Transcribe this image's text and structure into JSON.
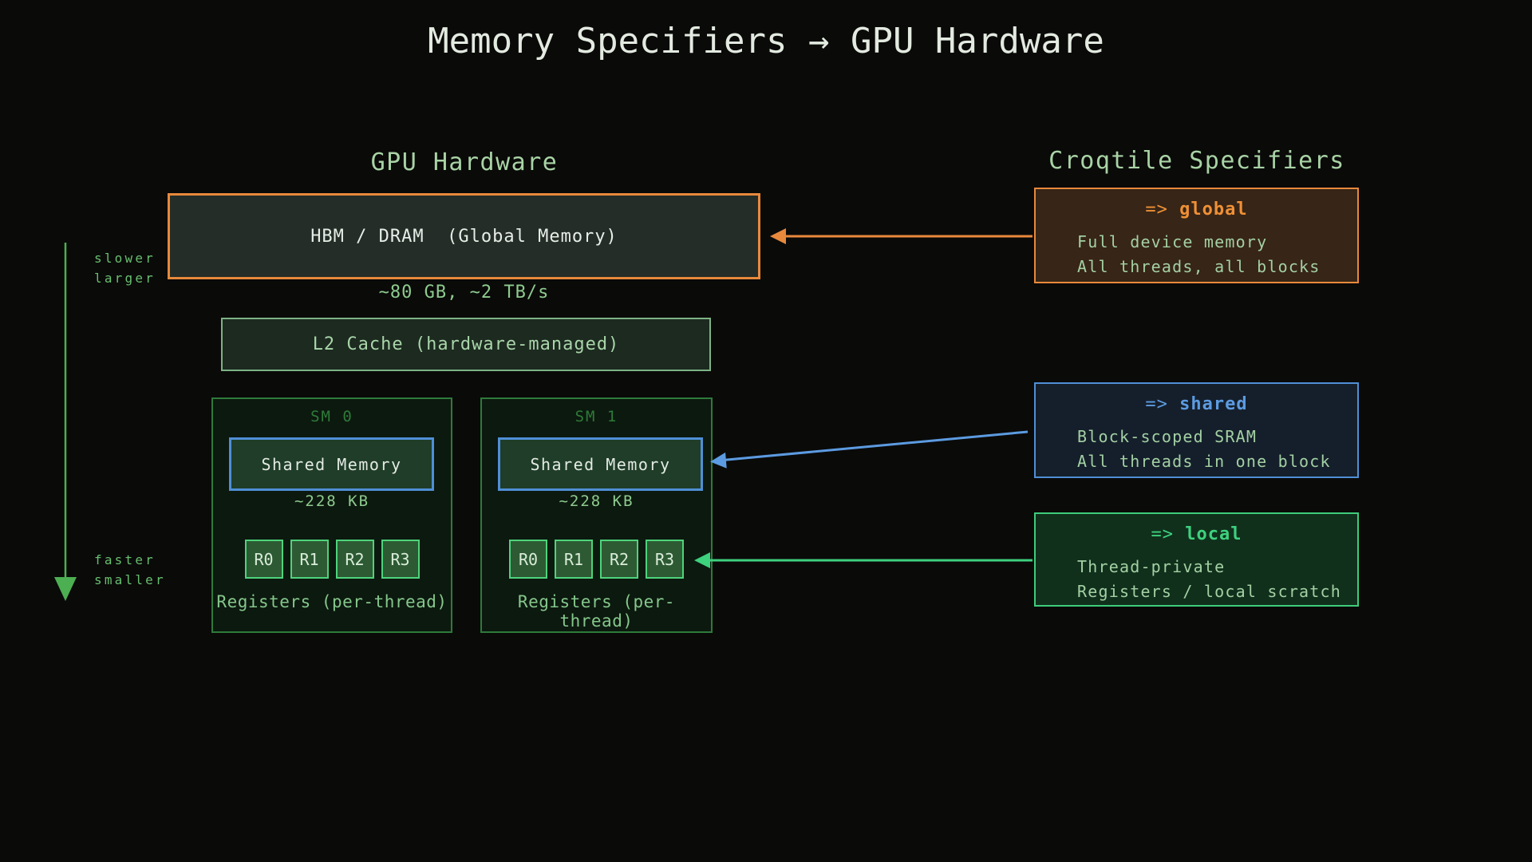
{
  "title": "Memory Specifiers → GPU Hardware",
  "axis": {
    "top_label_1": "slower",
    "top_label_2": "larger",
    "bottom_label_1": "faster",
    "bottom_label_2": "smaller"
  },
  "hardware": {
    "heading": "GPU Hardware",
    "hbm": {
      "label": "HBM / DRAM  (Global Memory)",
      "stats": "~80 GB, ~2 TB/s"
    },
    "l2": {
      "label": "L2 Cache (hardware-managed)"
    },
    "sms": [
      {
        "name": "SM 0",
        "shared_label": "Shared Memory",
        "shared_size": "~228 KB",
        "registers": [
          "R0",
          "R1",
          "R2",
          "R3"
        ],
        "registers_label": "Registers (per-thread)"
      },
      {
        "name": "SM 1",
        "shared_label": "Shared Memory",
        "shared_size": "~228 KB",
        "registers": [
          "R0",
          "R1",
          "R2",
          "R3"
        ],
        "registers_label": "Registers (per-thread)"
      }
    ]
  },
  "specifiers": {
    "heading": "Croqtile Specifiers",
    "items": [
      {
        "prefix": "=>",
        "name": "global",
        "lines": [
          "Full device memory",
          "All threads, all blocks"
        ],
        "accent": "#e8893c"
      },
      {
        "prefix": "=>",
        "name": "shared",
        "lines": [
          "Block-scoped SRAM",
          "All threads in one block"
        ],
        "accent": "#5c9be1"
      },
      {
        "prefix": "=>",
        "name": "local",
        "lines": [
          "Thread-private",
          "Registers / local scratch"
        ],
        "accent": "#3ed17e"
      }
    ]
  },
  "colors": {
    "background": "#0a0a09",
    "title_text": "#e3eae0",
    "heading_green": "#a9d3a5",
    "orange_accent": "#e8893c",
    "blue_accent": "#4f8fd6",
    "green_accent": "#3ed17e",
    "axis_green": "#4caf52",
    "body_green": "#a3d0a3"
  }
}
